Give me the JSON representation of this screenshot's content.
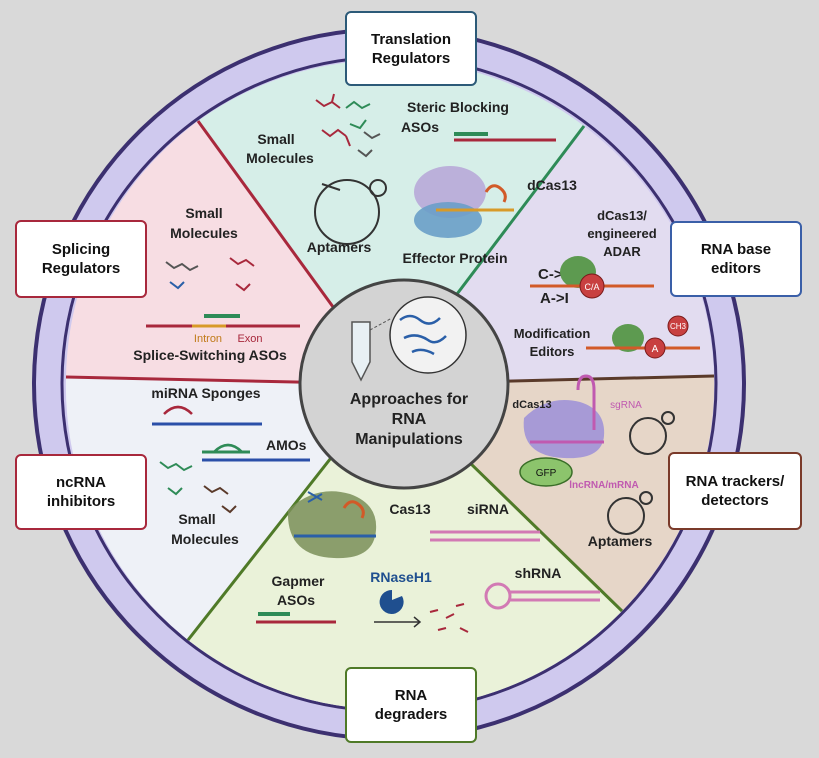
{
  "center": {
    "title_lines": [
      "Approaches for",
      "RNA",
      "Manipulations"
    ]
  },
  "boxes": {
    "translation": "Translation\nRegulators",
    "splicing": "Splicing\nRegulators",
    "base_editors": "RNA base\neditors",
    "ncrna": "ncRNA\ninhibitors",
    "trackers": "RNA trackers/\ndetectors",
    "degraders": "RNA\ndegraders"
  },
  "translation_sector": {
    "small_molecules": [
      "Small",
      "Molecules"
    ],
    "steric_blocking": [
      "Steric Blocking",
      "ASOs"
    ],
    "dcas13": "dCas13",
    "aptamers": "Aptamers",
    "effector_protein": "Effector Protein"
  },
  "splicing_sector": {
    "small_molecules": [
      "Small",
      "Molecules"
    ],
    "intron": "Intron",
    "exon": "Exon",
    "splice_switching": "Splice-Switching ASOs"
  },
  "base_editor_sector": {
    "dcas13_adar": [
      "dCas13/",
      "engineered",
      "ADAR"
    ],
    "c_to_u": "C->U",
    "a_to_i": "A->I",
    "ca_badge": "C/A",
    "modification_editors": [
      "Modification",
      "Editors"
    ],
    "ch3": "CH3",
    "a_badge": "A"
  },
  "ncrna_sector": {
    "mirna_sponges": "miRNA Sponges",
    "amos": "AMOs",
    "small_molecules": [
      "Small",
      "Molecules"
    ]
  },
  "tracker_sector": {
    "dcas13": "dCas13",
    "sgrna": "sgRNA",
    "gfp": "GFP",
    "lncrna": "lncRNA/mRNA",
    "aptamers": "Aptamers"
  },
  "degrader_sector": {
    "cas13": "Cas13",
    "sirna": "siRNA",
    "rnaseh1": "RNaseH1",
    "shrna": "shRNA",
    "gapmer": [
      "Gapmer",
      "ASOs"
    ]
  },
  "colors": {
    "ring": "#cfc9ee",
    "ring_border": "#3c3070",
    "translation_bg": "#d6eee8",
    "splicing_bg": "#f7dde3",
    "base_editor_bg": "#e2dcf0",
    "ncrna_bg": "#eef1f7",
    "tracker_bg": "#e6d6c8",
    "degrader_bg": "#eaf2d9",
    "translation_line": "#2e8b57",
    "splicing_line": "#a8283c",
    "tracker_line": "#5a3a2a",
    "degrader_line": "#4f7a28",
    "base_line": "#4a4a4a"
  }
}
